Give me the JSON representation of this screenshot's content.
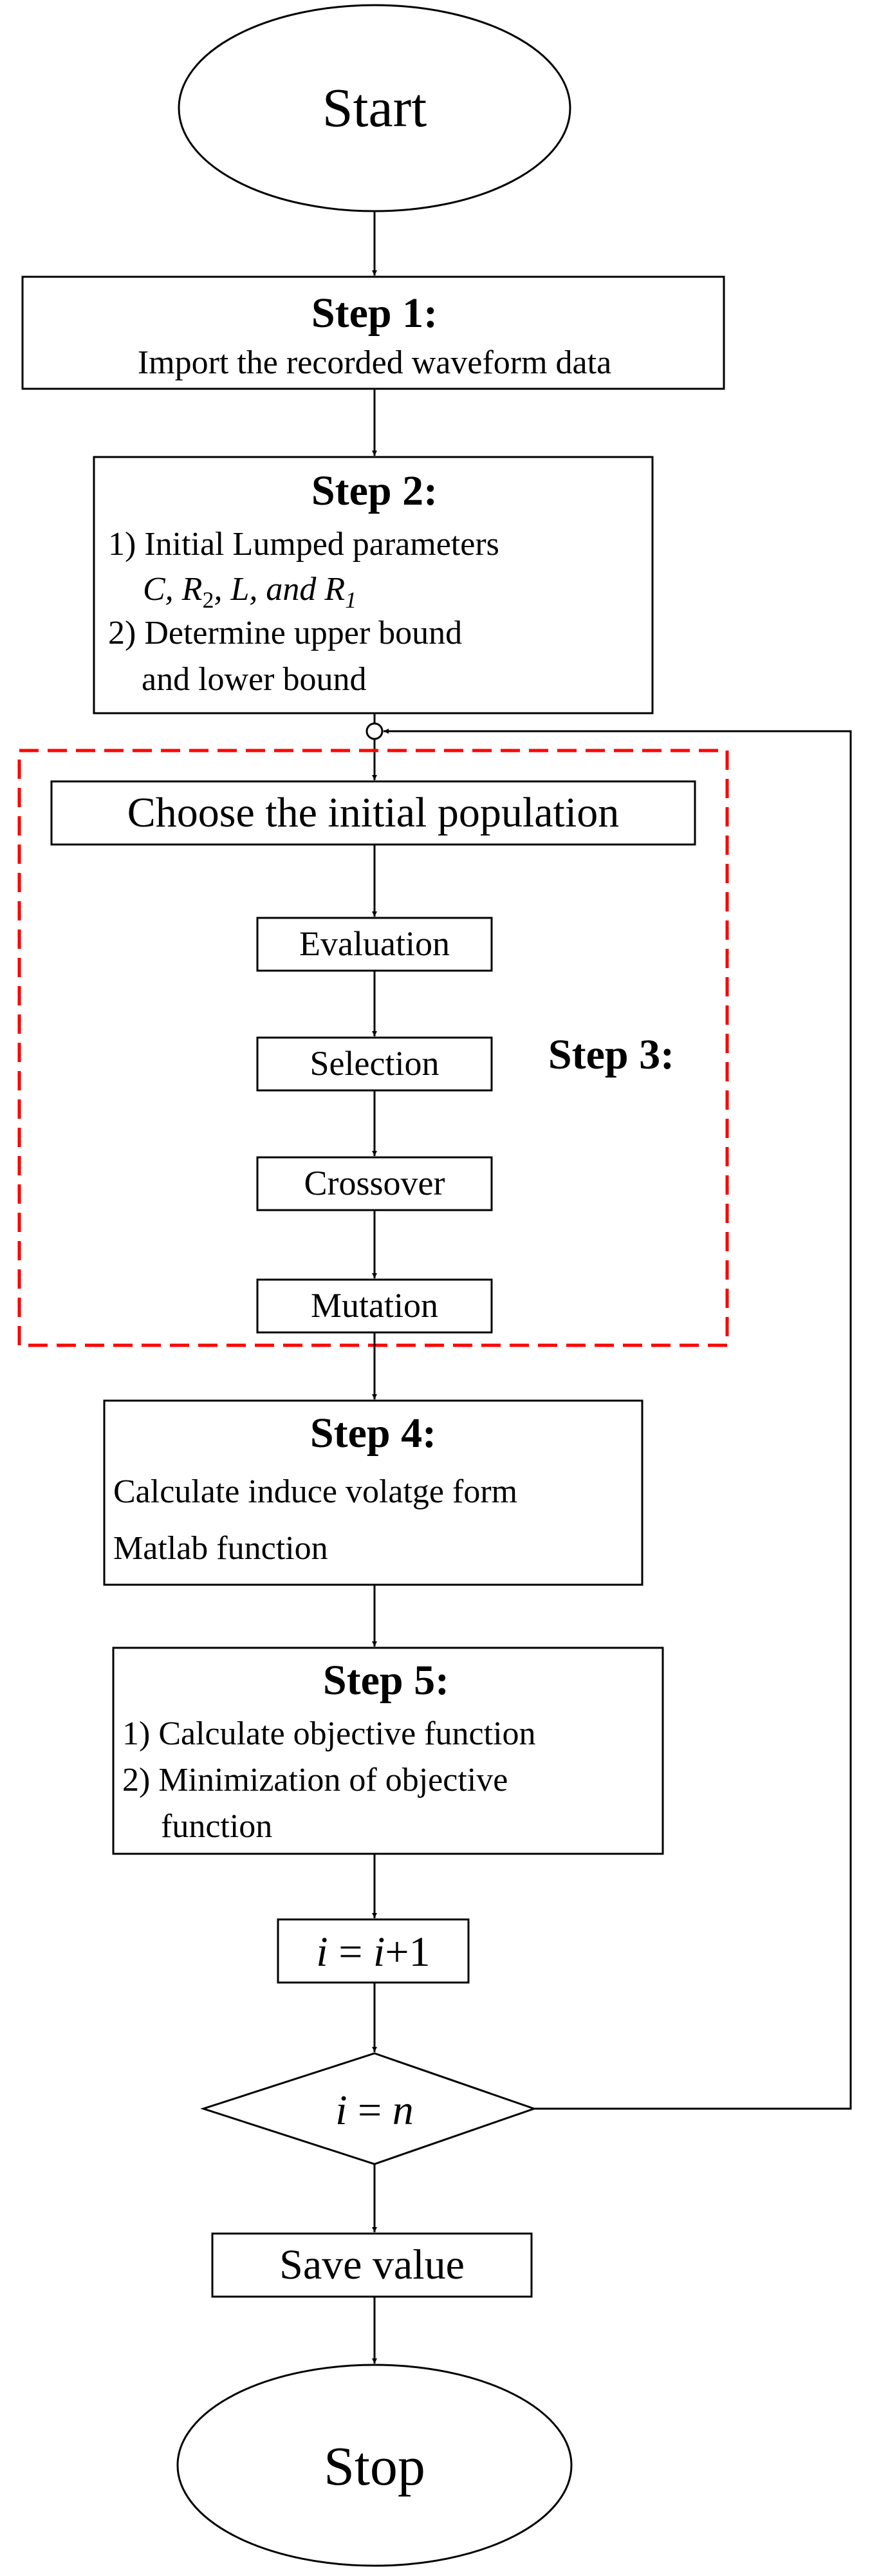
{
  "start": "Start",
  "step1": {
    "title": "Step 1:",
    "text": "Import the recorded waveform data"
  },
  "step2": {
    "title": "Step 2:",
    "line1": "1) Initial Lumped parameters",
    "line2_c": "C, R",
    "line2_sub2": "2",
    "line2_mid": ", L, and R",
    "line2_sub1": "1",
    "line3": "2) Determine upper bound",
    "line4": "and lower bound"
  },
  "step3": {
    "label": "Step 3:",
    "initial": "Choose the initial population",
    "evaluation": "Evaluation",
    "selection": "Selection",
    "crossover": "Crossover",
    "mutation": "Mutation"
  },
  "step4": {
    "title": "Step 4:",
    "line1": "Calculate induce volatge form",
    "line2": "Matlab function"
  },
  "step5": {
    "title": "Step 5:",
    "line1": "1) Calculate objective function",
    "line2": "2) Minimization of objective",
    "line3": "function"
  },
  "increment": {
    "i": "i",
    "eq": " = ",
    "i2": "i",
    "plus": "+1"
  },
  "decision": {
    "i": "i",
    "eq": " = ",
    "n": "n"
  },
  "save": "Save value",
  "stop": "Stop",
  "colors": {
    "line": "#000000",
    "dashed_box": "#ff0000",
    "background": "#ffffff"
  }
}
